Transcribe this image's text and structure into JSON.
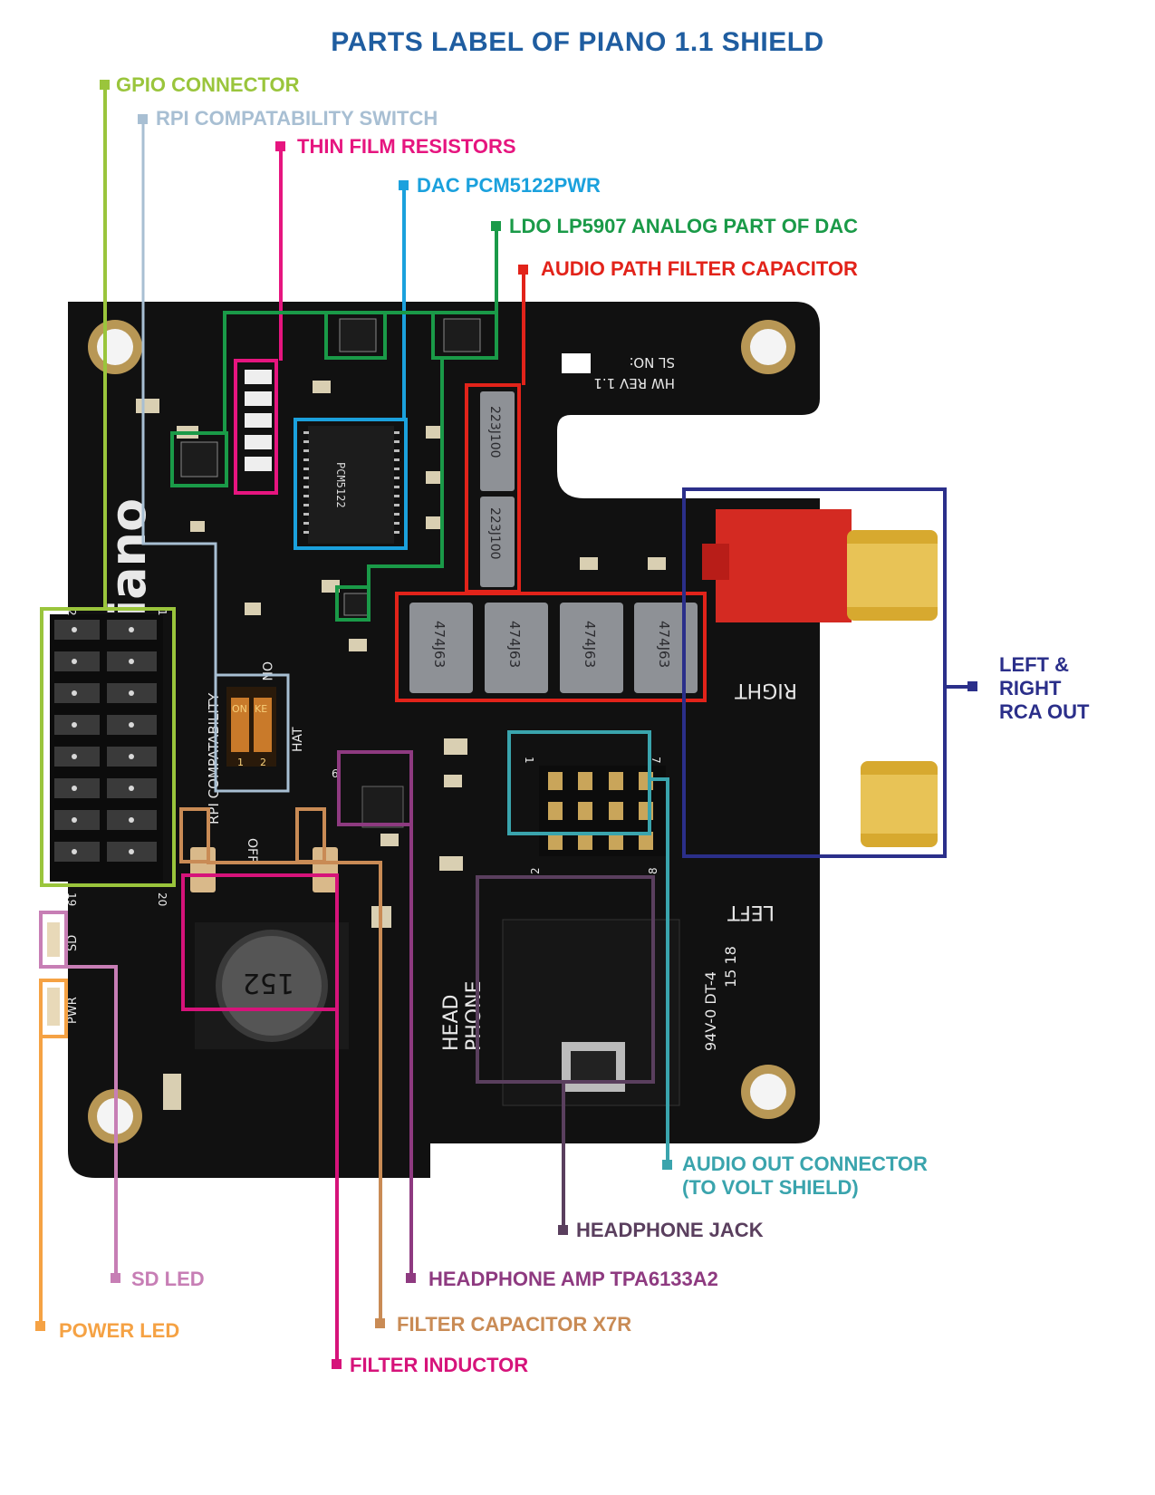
{
  "title": "PARTS LABEL OF PIANO 1.1 SHIELD",
  "colors": {
    "title": "#1f5da0",
    "gpio": "#9ac53c",
    "rpi_switch": "#a8bfd3",
    "thin_film": "#e6157f",
    "dac": "#1ba1dd",
    "ldo": "#1a9a48",
    "filter_cap_audio": "#e2231a",
    "rca": "#2b2f8a",
    "audio_out": "#3aa4ad",
    "headphone_jack": "#5a3f5e",
    "headphone_amp": "#8e3a80",
    "filter_cap_x7r": "#c98b55",
    "filter_inductor": "#d6137a",
    "sd_led": "#c77eb5",
    "power_led": "#f5a244",
    "pcb": "#111111"
  },
  "labels": {
    "gpio": "GPIO CONNECTOR",
    "rpi_switch": "RPI COMPATABILITY SWITCH",
    "thin_film": "THIN FILM RESISTORS",
    "dac": "DAC PCM5122PWR",
    "ldo": "LDO LP5907 ANALOG PART OF DAC",
    "filter_cap_audio": "AUDIO PATH FILTER CAPACITOR",
    "rca_line1": "LEFT &",
    "rca_line2": "RIGHT",
    "rca_line3": "RCA OUT",
    "audio_out_line1": "AUDIO OUT CONNECTOR",
    "audio_out_line2": "(TO VOLT SHIELD)",
    "headphone_jack": "HEADPHONE JACK",
    "headphone_amp": "HEADPHONE AMP TPA6133A2",
    "sd_led": "SD LED",
    "filter_cap_x7r": "FILTER CAPACITOR X7R",
    "power_led": "POWER LED",
    "filter_inductor": "FILTER INDUCTOR"
  },
  "board_text": {
    "brand": "Piano",
    "rpi_vertical": "RPI COMPATABILITY",
    "on": "ON",
    "off": "OFF",
    "hat": "HAT",
    "switch_on": "ON",
    "switch_ke": "KE",
    "sw1": "1",
    "sw2": "2",
    "hw_rev": "HW REV 1.1",
    "sl_no": "SL NO:",
    "right": "RIGHT",
    "left": "LEFT",
    "head": "HEAD",
    "phone": "PHONE",
    "sd": "SD",
    "pwr": "PWR",
    "inductor": "152",
    "cap_223_a": "223J100",
    "cap_223_b": "223J100",
    "cap_474": "474J63",
    "chip_dac": "PCM5122",
    "pin2": "2",
    "pin1": "1",
    "pin19": "19",
    "pin20": "20",
    "hdr2": "2",
    "hdr8": "8",
    "hdr1": "1",
    "hdr7": "7",
    "date": "15 18",
    "ul": "94V-0 DT-4",
    "pin6": "6"
  }
}
